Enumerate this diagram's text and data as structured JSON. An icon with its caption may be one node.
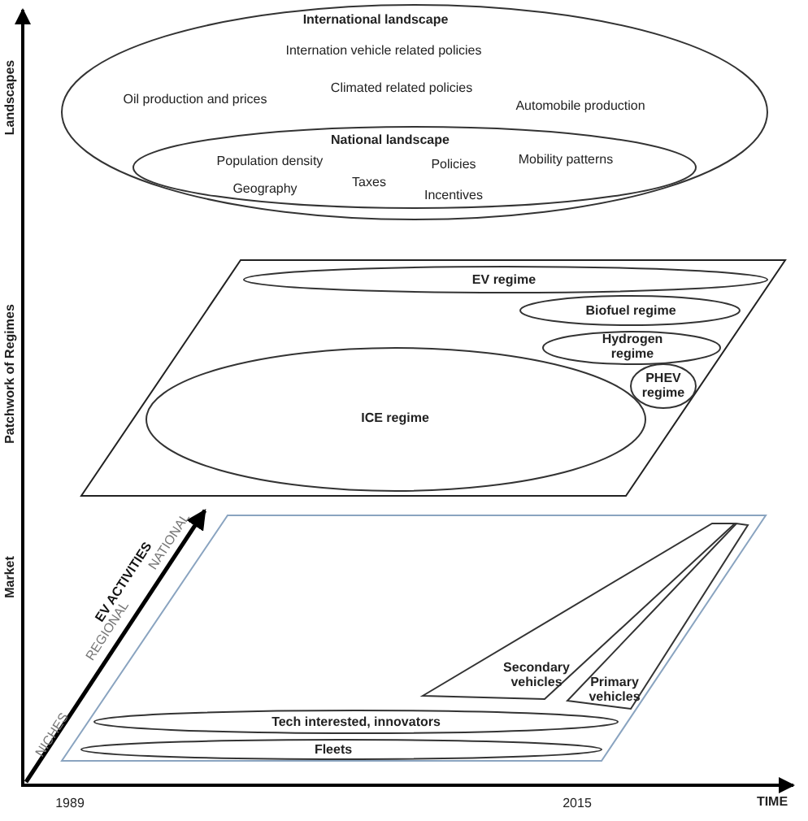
{
  "diagram": {
    "nodes": [
      {
        "text": [
          "International landscape",
          "Internation vehicle related policies",
          "Climated related policies",
          "Oil production and prices",
          "Automobile production"
        ]
      },
      {
        "text": [
          "National landscape",
          "Population density",
          "Policies",
          "Mobility patterns",
          "Taxes",
          "Geography",
          "Incentives"
        ],
        "in": 0
      },
      {
        "text": [],
        "shape": "parallelogram"
      },
      {
        "text": [
          "EV regime"
        ],
        "in": 2
      },
      {
        "text": [
          "Biofuel regime"
        ],
        "in": 2
      },
      {
        "text": [
          "Hydrogen regime"
        ],
        "in": 2
      },
      {
        "text": [
          "PHEV regime"
        ],
        "in": 2
      },
      {
        "text": [
          "ICE regime"
        ],
        "in": 2
      },
      {
        "text": [],
        "shape": "parallelogram"
      },
      {
        "text": [
          "Secondary vehicles"
        ],
        "in": 8
      },
      {
        "text": [
          "Primary vehicles"
        ],
        "in": 8
      },
      {
        "text": [
          "Tech interested, innovators"
        ],
        "in": 8
      },
      {
        "text": [
          "Fleets"
        ],
        "in": 8
      }
    ],
    "labels": [
      "Landscapes",
      "Patchwork of Regimes",
      "Market",
      "NICHES",
      "REGIONAL",
      "EV ACTIVITIES",
      "NATIONAL",
      "1989",
      "2015",
      "TIME"
    ]
  }
}
